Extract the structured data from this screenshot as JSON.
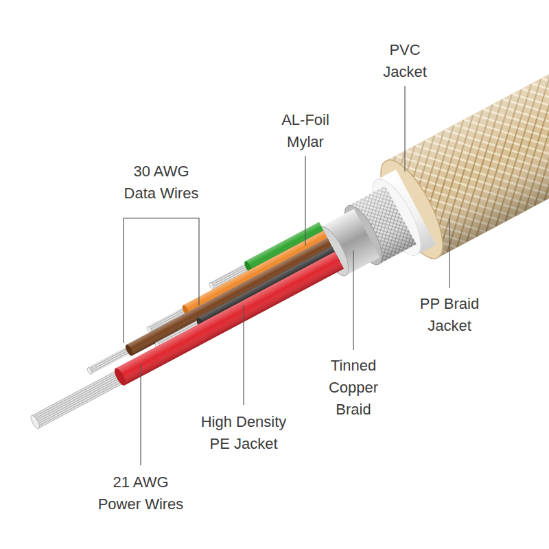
{
  "diagram": {
    "labels": [
      "PVC Jacket",
      "AL-Foil Mylar",
      "30 AWG Data Wires",
      "PP Braid Jacket",
      "Tinned Copper Braid",
      "High Density PE Jacket",
      "21 AWG Power Wires"
    ]
  }
}
